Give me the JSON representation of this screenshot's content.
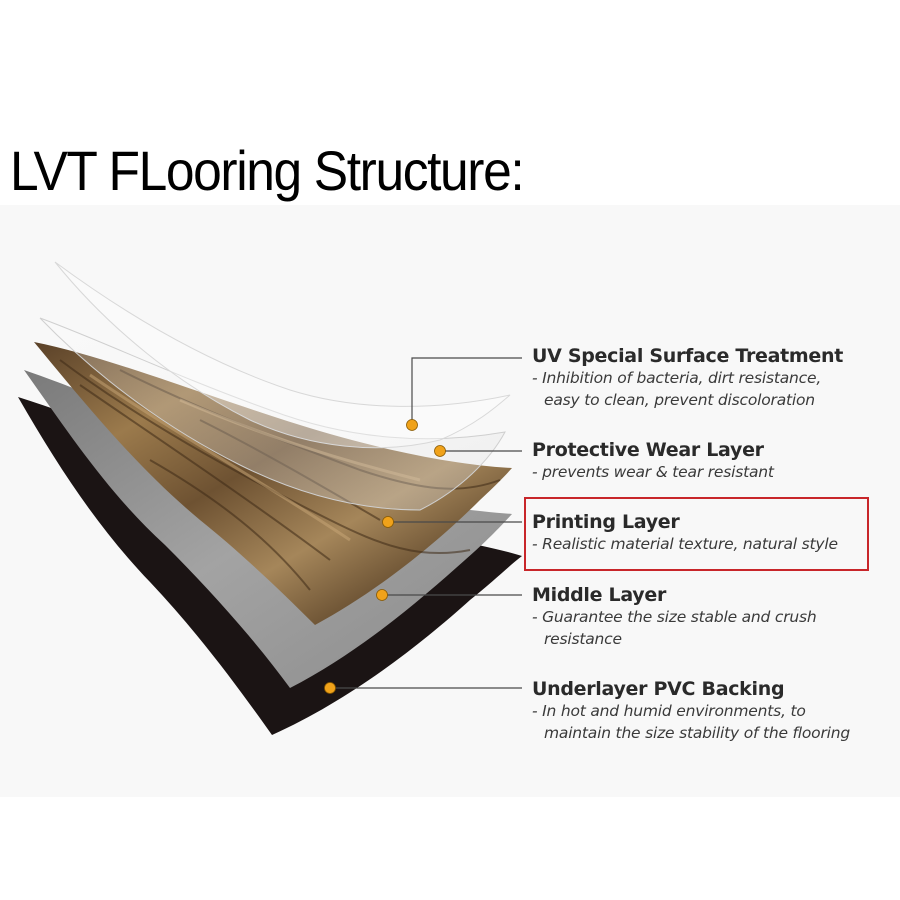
{
  "title": "LVT FLooring Structure:",
  "colors": {
    "marker_dot": "#f0a21a",
    "highlight_border": "#c8262a",
    "wood_dark": "#4a3620",
    "wood_light": "#a08052",
    "middle_layer": "#8e8e8e",
    "backing": "#1b1414"
  },
  "layers": [
    {
      "title": "UV Special Surface Treatment",
      "desc": [
        "- Inhibition of bacteria, dirt resistance,",
        "easy to clean, prevent discoloration"
      ]
    },
    {
      "title": "Protective Wear Layer",
      "desc": [
        "- prevents wear & tear resistant"
      ]
    },
    {
      "title": "Printing Layer",
      "desc": [
        "- Realistic material texture, natural style"
      ],
      "highlighted": true
    },
    {
      "title": "Middle Layer",
      "desc": [
        "- Guarantee the size stable and crush",
        "resistance"
      ]
    },
    {
      "title": "Underlayer PVC Backing",
      "desc": [
        "- In hot and humid environments, to",
        "maintain the size stability of the flooring"
      ]
    }
  ]
}
